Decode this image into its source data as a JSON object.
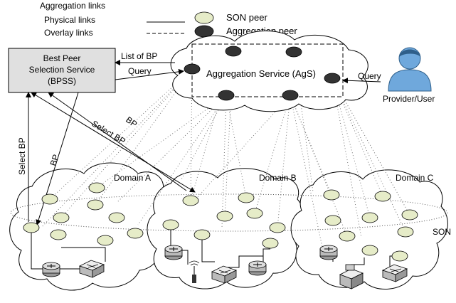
{
  "legend": {
    "aggregation_links": "Aggregation links",
    "physical_links": "Physical links",
    "overlay_links": "Overlay links",
    "son_peer": "SON peer",
    "aggregation_peer": "Aggregation peer"
  },
  "bpss": {
    "line1": "Best Peer",
    "line2": "Selection Service",
    "line3": "(BPSS)"
  },
  "ags": {
    "label": "Aggregation Service (AgS)"
  },
  "user": {
    "label": "Provider/User"
  },
  "domains": {
    "a": "Domain A",
    "b": "Domain B",
    "c": "Domain C"
  },
  "son": {
    "label": "SON"
  },
  "arrows": {
    "list_of_bp": "List of BP",
    "query_bpss": "Query",
    "query_user": "Query",
    "select_bp_mid": "Select BP",
    "bp_mid": "BP",
    "select_bp_left": "Select BP",
    "bp_left": "BP"
  },
  "colors": {
    "son_peer_fill": "#e6ecc8",
    "aggregation_peer_fill": "#333333",
    "bpss_fill": "#e0e0e0",
    "user_blue": "#6fa8dc"
  }
}
